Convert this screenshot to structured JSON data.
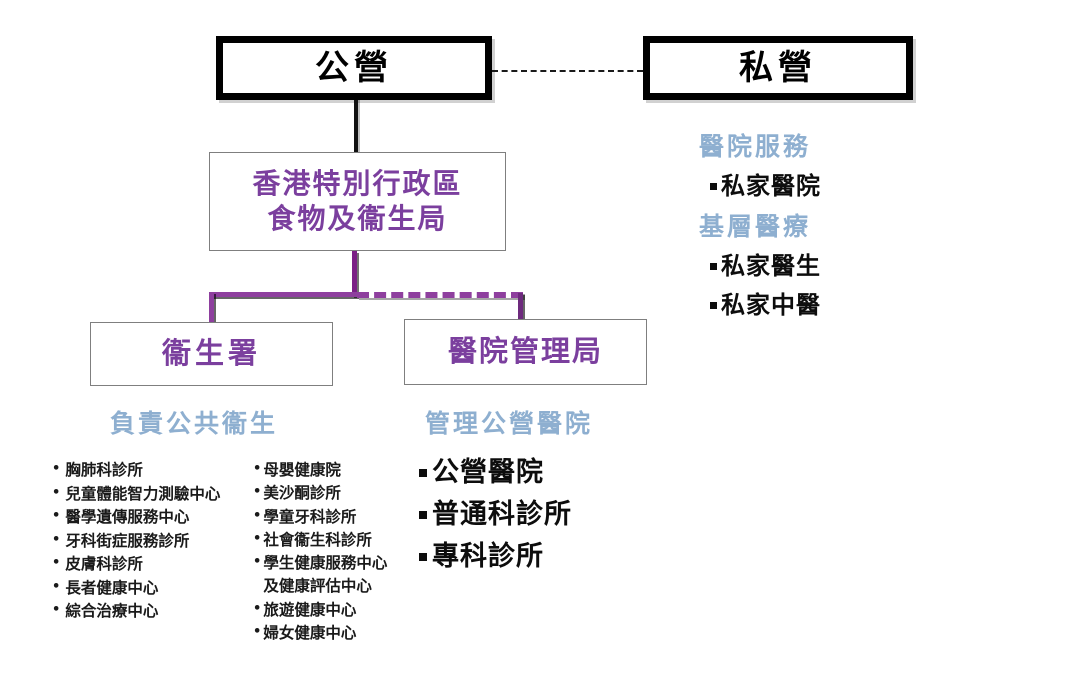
{
  "diagram": {
    "title": "Hong Kong Healthcare System Structure",
    "colors": {
      "purple": "#7b3f9e",
      "purple_connector": "#8e3f9e",
      "caption_blue": "#8eafd0",
      "box_border_black": "#000000",
      "box_border_grey": "#7f7f7f",
      "text_black": "#1a1a1a"
    }
  },
  "top": {
    "public_label": "公營",
    "private_label": "私營"
  },
  "bureau": {
    "label": "香港特別行政區\n食物及衞生局"
  },
  "branches": {
    "dh": {
      "box_label": "衞生署",
      "caption": "負責公共衞生",
      "column1": [
        "胸肺科診所",
        "兒童體能智力測驗中心",
        "醫學遺傳服務中心",
        "牙科街症服務診所",
        "皮膚科診所",
        "長者健康中心",
        "綜合治療中心"
      ],
      "column2": [
        "母嬰健康院",
        "美沙酮診所",
        "學童牙科診所",
        "社會衞生科診所",
        "學生健康服務中心\n 及健康評估中心",
        "旅遊健康中心",
        "婦女健康中心"
      ]
    },
    "ha": {
      "box_label": "醫院管理局",
      "caption": "管理公營醫院",
      "items": [
        "公營醫院",
        "普通科診所",
        "專科診所"
      ]
    }
  },
  "private": {
    "hospital_services": {
      "caption": "醫院服務",
      "items": [
        "私家醫院"
      ]
    },
    "primary_care": {
      "caption": "基層醫療",
      "items": [
        "私家醫生",
        "私家中醫"
      ]
    }
  },
  "icons": {
    "round_bullet": "•",
    "square_bullet": "square-bullet"
  }
}
